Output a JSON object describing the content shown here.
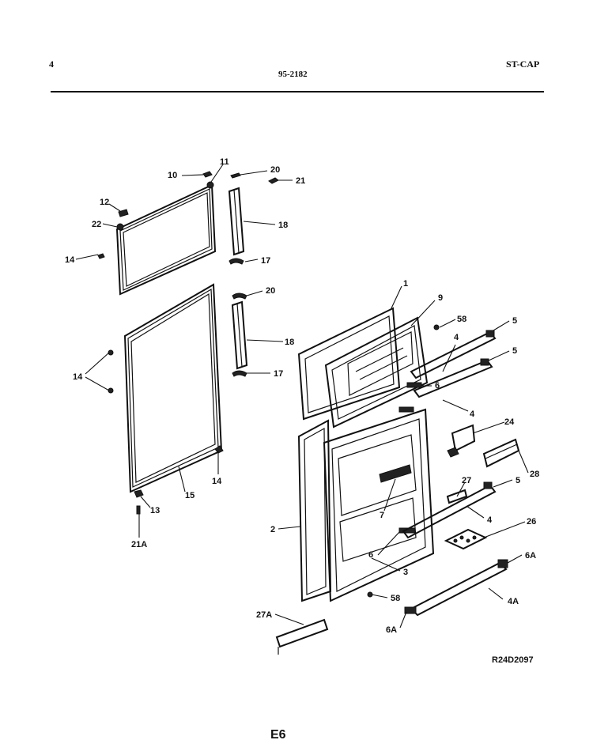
{
  "header": {
    "left": "4",
    "center": "95-2182",
    "right": "ST-CAP"
  },
  "reference_code": "R24D2097",
  "page_code": "E6",
  "callouts": [
    {
      "id": "c-10",
      "text": "10"
    },
    {
      "id": "c-11",
      "text": "11"
    },
    {
      "id": "c-20a",
      "text": "20"
    },
    {
      "id": "c-21a",
      "text": "21"
    },
    {
      "id": "c-12",
      "text": "12"
    },
    {
      "id": "c-22",
      "text": "22"
    },
    {
      "id": "c-18a",
      "text": "18"
    },
    {
      "id": "c-14a",
      "text": "14"
    },
    {
      "id": "c-17a",
      "text": "17"
    },
    {
      "id": "c-20b",
      "text": "20"
    },
    {
      "id": "c-18b",
      "text": "18"
    },
    {
      "id": "c-14b",
      "text": "14"
    },
    {
      "id": "c-17b",
      "text": "17"
    },
    {
      "id": "c-14c",
      "text": "14"
    },
    {
      "id": "c-15",
      "text": "15"
    },
    {
      "id": "c-13",
      "text": "13"
    },
    {
      "id": "c-21A",
      "text": "21A"
    },
    {
      "id": "c-1",
      "text": "1"
    },
    {
      "id": "c-9",
      "text": "9"
    },
    {
      "id": "c-58a",
      "text": "58"
    },
    {
      "id": "c-5a",
      "text": "5"
    },
    {
      "id": "c-4a",
      "text": "4"
    },
    {
      "id": "c-5b",
      "text": "5"
    },
    {
      "id": "c-6a",
      "text": "6"
    },
    {
      "id": "c-4b",
      "text": "4"
    },
    {
      "id": "c-24",
      "text": "24"
    },
    {
      "id": "c-28",
      "text": "28"
    },
    {
      "id": "c-27",
      "text": "27"
    },
    {
      "id": "c-5c",
      "text": "5"
    },
    {
      "id": "c-7",
      "text": "7"
    },
    {
      "id": "c-2",
      "text": "2"
    },
    {
      "id": "c-4c",
      "text": "4"
    },
    {
      "id": "c-26",
      "text": "26"
    },
    {
      "id": "c-6b",
      "text": "6"
    },
    {
      "id": "c-3",
      "text": "3"
    },
    {
      "id": "c-6A",
      "text": "6A"
    },
    {
      "id": "c-58b",
      "text": "58"
    },
    {
      "id": "c-4A",
      "text": "4A"
    },
    {
      "id": "c-27A",
      "text": "27A"
    },
    {
      "id": "c-6A2",
      "text": "6A"
    }
  ]
}
